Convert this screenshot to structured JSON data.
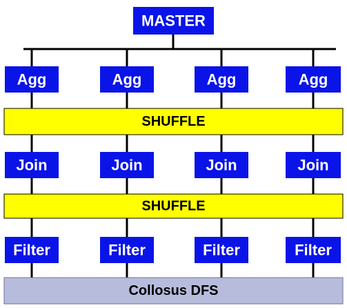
{
  "colors": {
    "node_fill": "#0a14e8",
    "node_text": "#ffffff",
    "shuffle_fill": "#ffff00",
    "storage_fill": "#b8bcdc",
    "line": "#000000"
  },
  "master": {
    "label": "MASTER"
  },
  "agg_nodes": [
    {
      "label": "Agg"
    },
    {
      "label": "Agg"
    },
    {
      "label": "Agg"
    },
    {
      "label": "Agg"
    }
  ],
  "shuffle_top": {
    "label": "SHUFFLE"
  },
  "join_nodes": [
    {
      "label": "Join"
    },
    {
      "label": "Join"
    },
    {
      "label": "Join"
    },
    {
      "label": "Join"
    }
  ],
  "shuffle_bottom": {
    "label": "SHUFFLE"
  },
  "filter_nodes": [
    {
      "label": "Filter"
    },
    {
      "label": "Filter"
    },
    {
      "label": "Filter"
    },
    {
      "label": "Filter"
    }
  ],
  "storage": {
    "label": "Collosus DFS"
  }
}
